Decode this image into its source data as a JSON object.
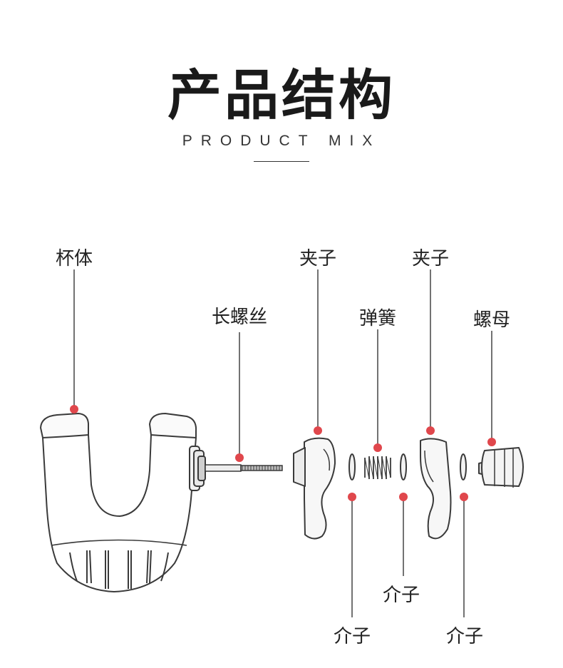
{
  "header": {
    "title": "产品结构",
    "subtitle": "PRODUCT MIX"
  },
  "labels": {
    "cup_body": "杯体",
    "long_screw": "长螺丝",
    "clip_left": "夹子",
    "spring": "弹簧",
    "clip_right": "夹子",
    "nut": "螺母",
    "spacer_1": "介子",
    "spacer_2": "介子",
    "spacer_3": "介子"
  },
  "colors": {
    "callout_dot": "#e0474c",
    "line": "#444444"
  }
}
